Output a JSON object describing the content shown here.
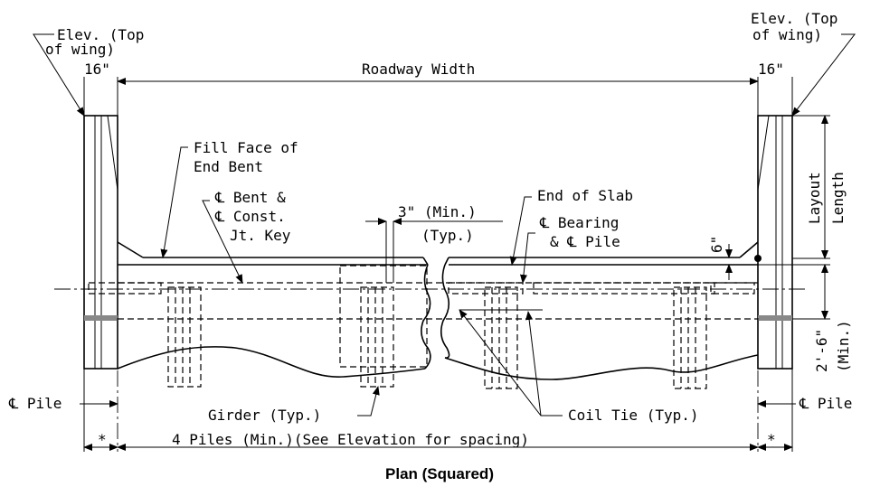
{
  "labels": {
    "elev_left_1": "Elev. (Top",
    "elev_left_2": "of wing)",
    "elev_right_1": "Elev. (Top",
    "elev_right_2": "of wing)",
    "wing_left": "16\"",
    "wing_right": "16\"",
    "roadway": "Roadway Width",
    "fill_face_1": "Fill Face of",
    "fill_face_2": "End Bent",
    "bent_1": "℄ Bent &",
    "bent_2": "℄ Const.",
    "bent_3": "Jt. Key",
    "min3_1": "3\" (Min.)",
    "min3_2": "(Typ.)",
    "end_slab": "End of Slab",
    "bearing_1": "℄ Bearing",
    "bearing_2": "& ℄ Pile",
    "six_in": "6\"",
    "layout_1": "Layout",
    "layout_2": "Length",
    "min26_1": "2'-6\"",
    "min26_2": "(Min.)",
    "pile_left": "℄ Pile",
    "pile_right": "℄ Pile",
    "girder": "Girder (Typ.)",
    "coil_tie": "Coil Tie (Typ.)",
    "piles": "4 Piles (Min.)(See Elevation for spacing)",
    "star_left": "*",
    "star_right": "*",
    "caption": "Plan (Squared)"
  }
}
